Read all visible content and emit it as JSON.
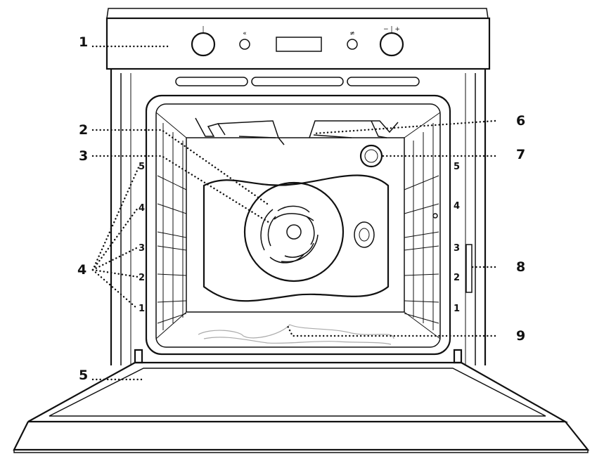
{
  "callouts": [
    {
      "id": "1",
      "label": "1"
    },
    {
      "id": "2",
      "label": "2"
    },
    {
      "id": "3",
      "label": "3"
    },
    {
      "id": "4",
      "label": "4"
    },
    {
      "id": "5",
      "label": "5"
    },
    {
      "id": "6",
      "label": "6"
    },
    {
      "id": "7",
      "label": "7"
    },
    {
      "id": "8",
      "label": "8"
    },
    {
      "id": "9",
      "label": "9"
    }
  ],
  "rack_levels": [
    "1",
    "2",
    "3",
    "4",
    "5"
  ],
  "control_panel": {
    "left_knob_mark": "|",
    "button_left_mark": "«",
    "button_right_mark": "≄",
    "right_knob_mark": "− | +"
  }
}
